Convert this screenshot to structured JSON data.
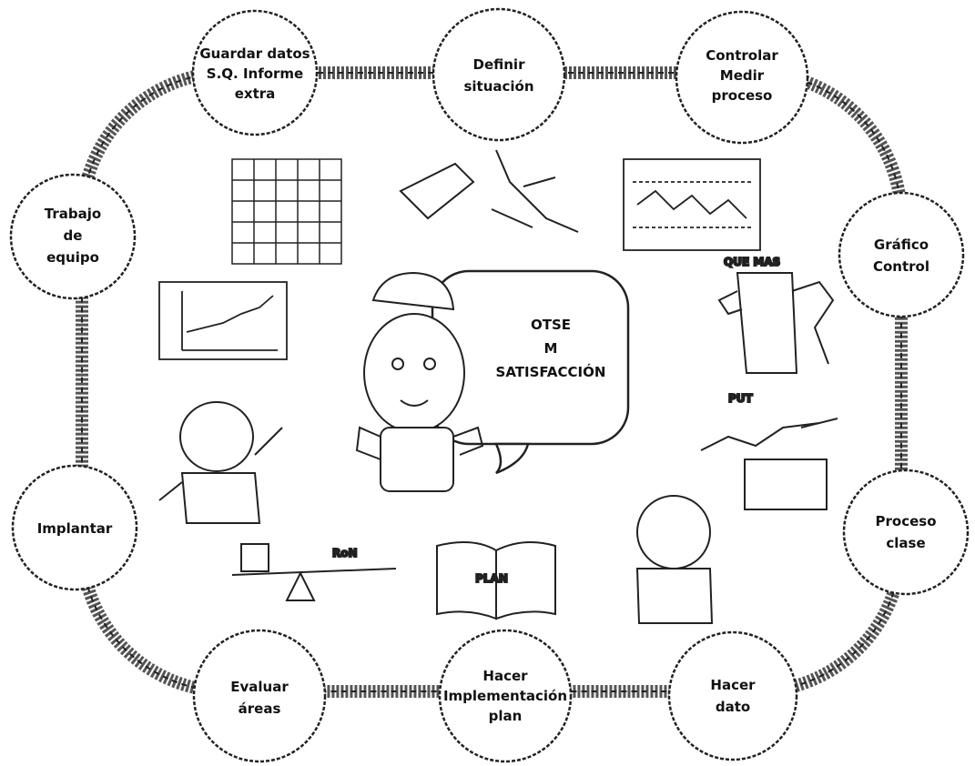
{
  "diagram": {
    "center_bubble": {
      "lines": [
        "OTSE",
        "M",
        "SATISFACCIÓN"
      ]
    },
    "cycle_nodes": [
      {
        "id": "top-left",
        "lines": [
          "Guardar datos",
          "S.Q. Informe",
          "extra"
        ]
      },
      {
        "id": "top",
        "lines": [
          "Definir",
          "situación"
        ]
      },
      {
        "id": "top-right",
        "lines": [
          "Controlar",
          "Medir",
          "proceso"
        ]
      },
      {
        "id": "right-1",
        "lines": [
          "Gráfico",
          "Control"
        ]
      },
      {
        "id": "right-2",
        "lines": [
          "Proceso",
          "clase"
        ]
      },
      {
        "id": "bottom-right",
        "lines": [
          "Hacer",
          "dato"
        ]
      },
      {
        "id": "bottom",
        "lines": [
          "Hacer",
          "Implementación",
          "plan"
        ]
      },
      {
        "id": "bottom-left",
        "lines": [
          "Evaluar",
          "áreas"
        ]
      },
      {
        "id": "left",
        "lines": [
          "Implantar"
        ]
      },
      {
        "id": "top-left-2",
        "lines": [
          "Trabajo",
          "de",
          "equipo"
        ]
      }
    ],
    "notes": {
      "right_top": "QUE MAS",
      "right_bottom": "PUT",
      "left_scale": "RoN",
      "book": "PLAN"
    }
  },
  "colors": {
    "ink": "#111111",
    "rope": "#555555",
    "paper": "#ffffff"
  }
}
